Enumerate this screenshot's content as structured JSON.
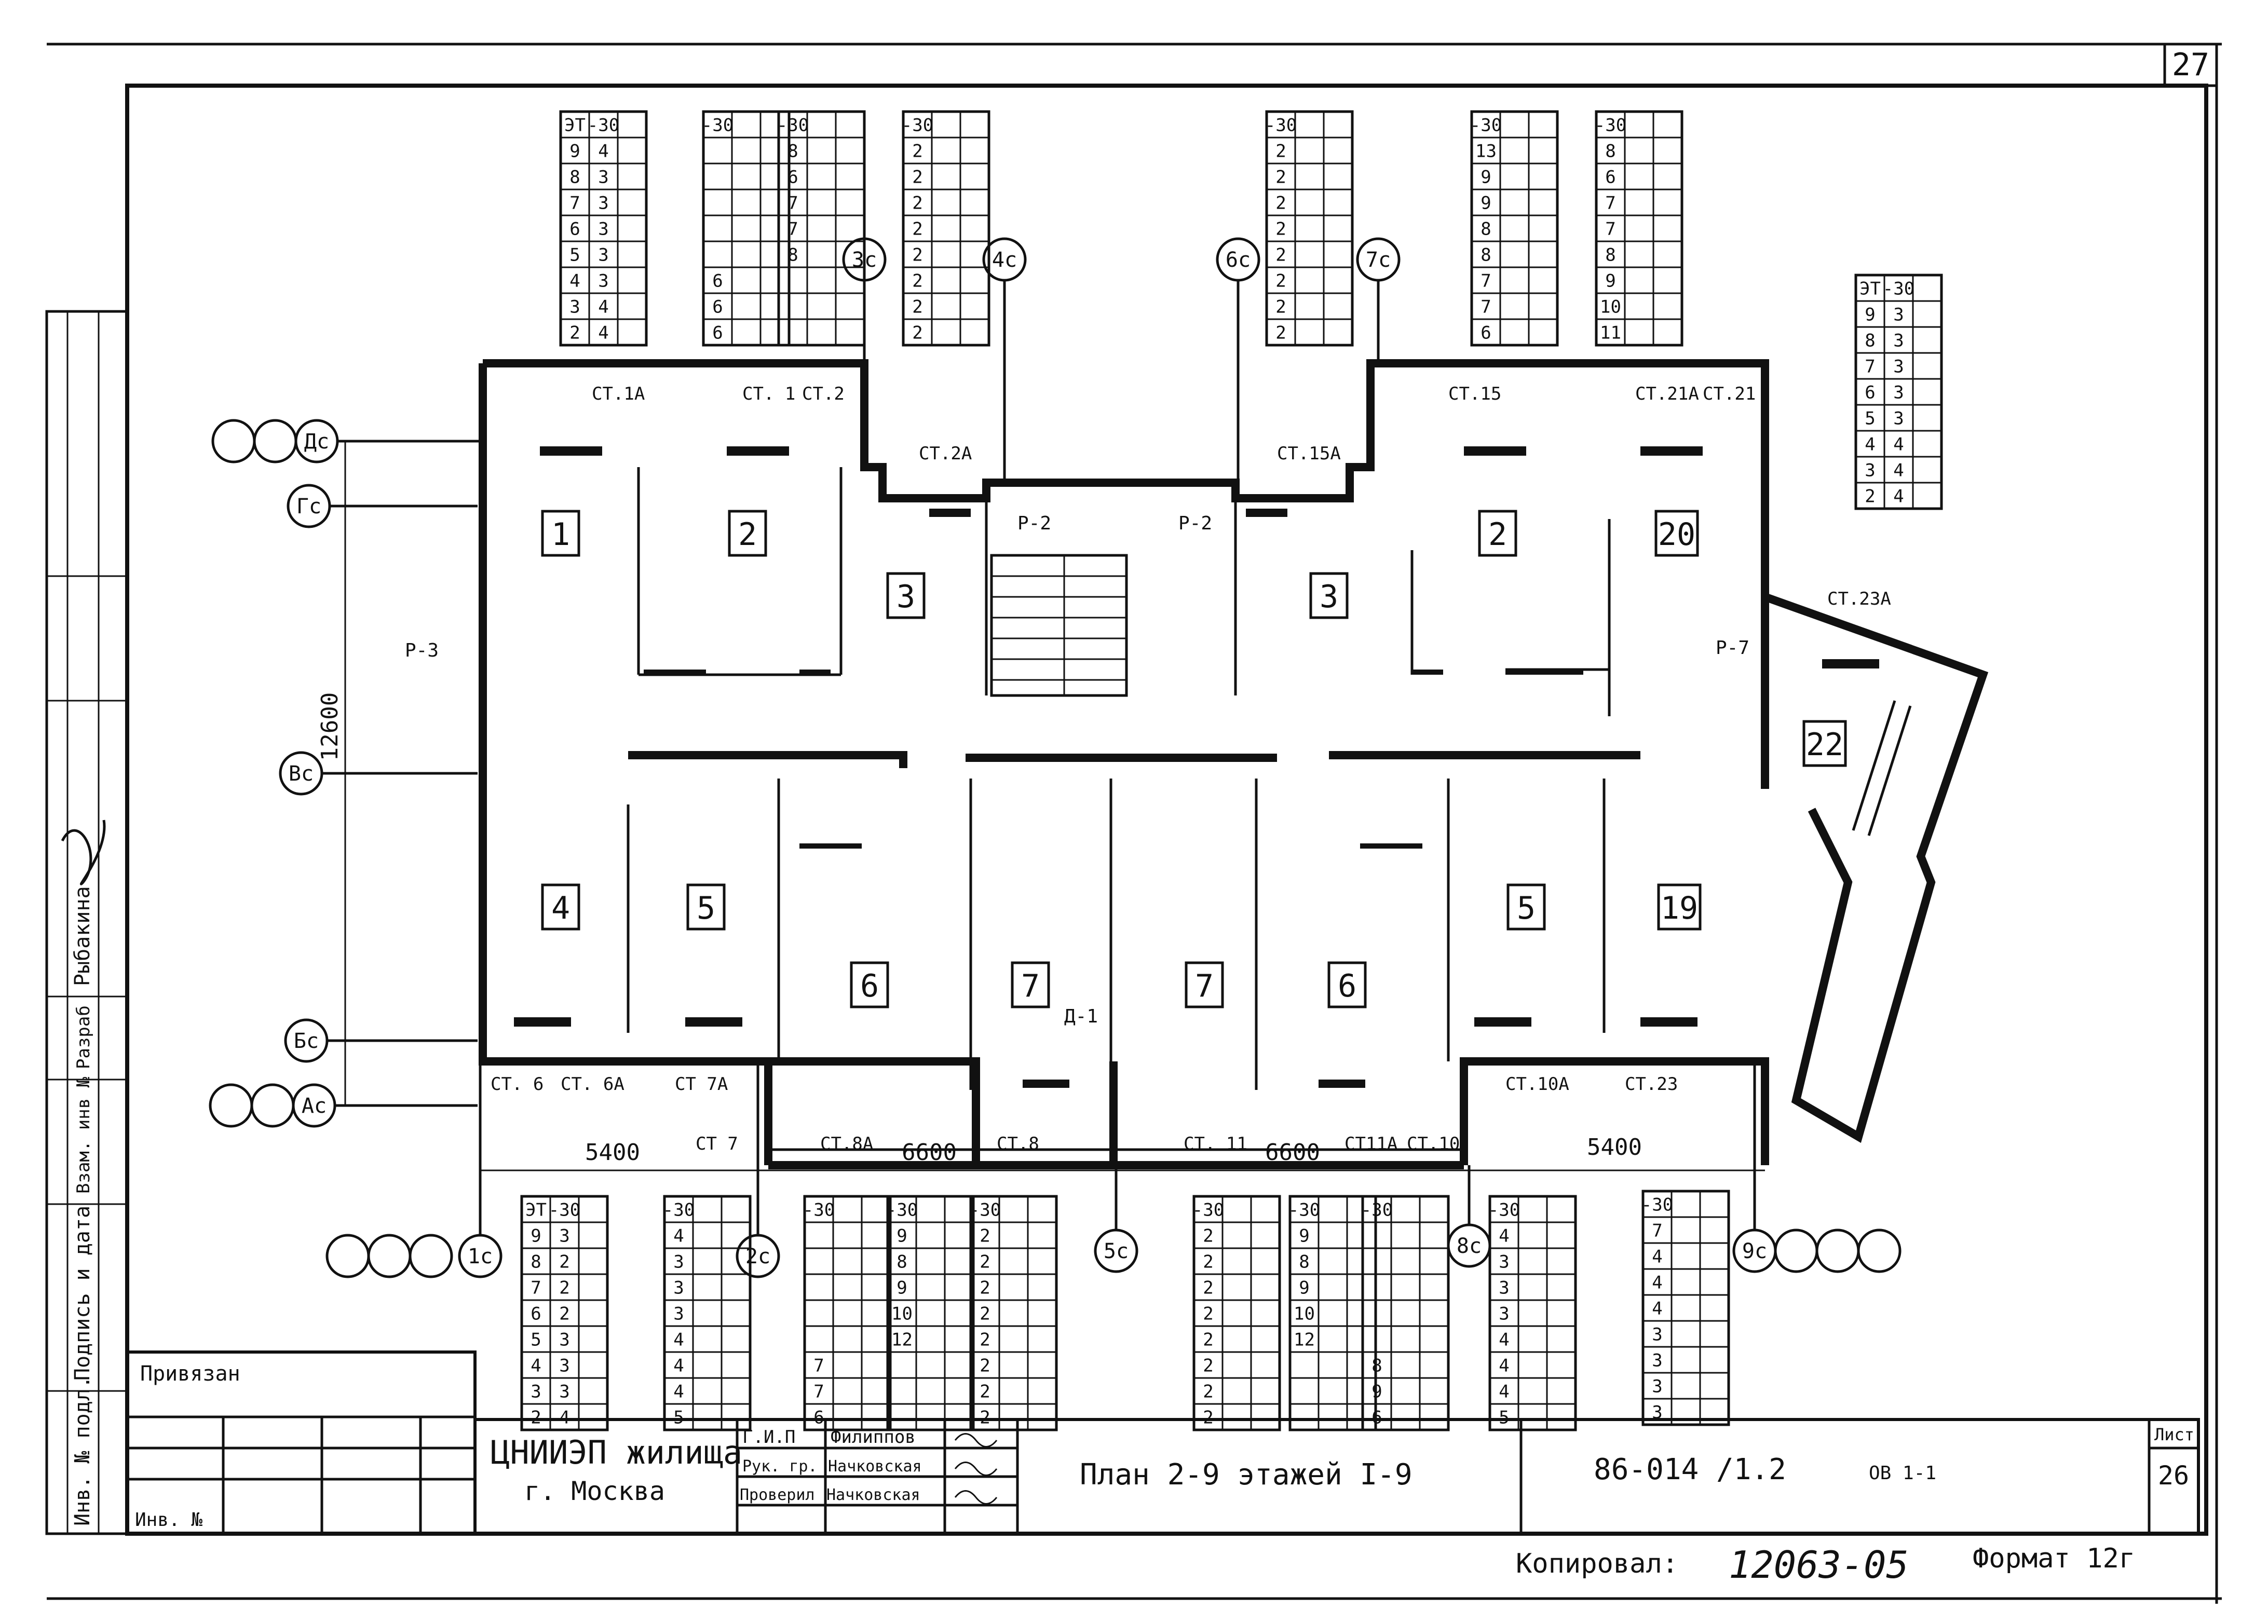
{
  "sheet_corner_number": "27",
  "left_strip": {
    "inv_podl": "Инв. № подл.",
    "podpis_data": "Подпись и дата",
    "vzam_inv": "Взам. инв №",
    "razrab": "Разраб",
    "rybakina": "Рыбакина"
  },
  "axes": {
    "top": [
      "3с",
      "4с",
      "6с",
      "7с"
    ],
    "bottom": [
      "1с",
      "2с",
      "5с",
      "8с",
      "9с"
    ],
    "left": [
      "Дс",
      "Гс",
      "Вс",
      "Бс",
      "Ас"
    ]
  },
  "dimensions": {
    "vertical": "12600",
    "bottom": [
      "5400",
      "6600",
      "6600",
      "5400"
    ]
  },
  "rooms": [
    "1",
    "2",
    "3",
    "3",
    "2",
    "20",
    "4",
    "5",
    "6",
    "7",
    "7",
    "6",
    "5",
    "19",
    "22"
  ],
  "risers": [
    "СТ.1А",
    "СТ. 1",
    "СТ.2",
    "СТ.2А",
    "СТ.15А",
    "СТ.15",
    "СТ.21А",
    "СТ.21",
    "СТ.23А",
    "СТ. 6",
    "СТ. 6А",
    "СТ 7А",
    "СТ 7",
    "СТ.8А",
    "СТ.8",
    "СТ. 11",
    "СТ11А",
    "СТ.10",
    "СТ.10А",
    "СТ.23"
  ],
  "pipes": [
    "Р-2",
    "Р-2",
    "Р-3",
    "Р-7",
    "Д-1"
  ],
  "tables": [
    {
      "header": [
        "ЭТ",
        "-30"
      ],
      "rows": [
        [
          "9",
          "4"
        ],
        [
          "8",
          "3"
        ],
        [
          "7",
          "3"
        ],
        [
          "6",
          "3"
        ],
        [
          "5",
          "3"
        ],
        [
          "4",
          "3"
        ],
        [
          "3",
          "4"
        ],
        [
          "2",
          "4"
        ]
      ]
    },
    {
      "header": [
        "-30",
        ""
      ],
      "rows": [
        [
          "",
          ""
        ],
        [
          "",
          ""
        ],
        [
          "",
          ""
        ],
        [
          "",
          ""
        ],
        [
          "",
          ""
        ],
        [
          "6",
          ""
        ],
        [
          "6",
          ""
        ],
        [
          "6",
          ""
        ]
      ]
    },
    {
      "header": [
        "-30",
        ""
      ],
      "rows": [
        [
          "8",
          ""
        ],
        [
          "6",
          ""
        ],
        [
          "7",
          ""
        ],
        [
          "7",
          ""
        ],
        [
          "8",
          ""
        ],
        [
          "",
          ""
        ],
        [
          "",
          ""
        ],
        [
          "",
          ""
        ]
      ]
    },
    {
      "header": [
        "-30",
        ""
      ],
      "rows": [
        [
          "2",
          ""
        ],
        [
          "2",
          ""
        ],
        [
          "2",
          ""
        ],
        [
          "2",
          ""
        ],
        [
          "2",
          ""
        ],
        [
          "2",
          ""
        ],
        [
          "2",
          ""
        ],
        [
          "2",
          ""
        ]
      ]
    },
    {
      "header": [
        "-30",
        ""
      ],
      "rows": [
        [
          "2",
          ""
        ],
        [
          "2",
          ""
        ],
        [
          "2",
          ""
        ],
        [
          "2",
          ""
        ],
        [
          "2",
          ""
        ],
        [
          "2",
          ""
        ],
        [
          "2",
          ""
        ],
        [
          "2",
          ""
        ]
      ]
    },
    {
      "header": [
        "-30",
        ""
      ],
      "rows": [
        [
          "13",
          ""
        ],
        [
          "9",
          ""
        ],
        [
          "9",
          ""
        ],
        [
          "8",
          ""
        ],
        [
          "8",
          ""
        ],
        [
          "7",
          ""
        ],
        [
          "7",
          ""
        ],
        [
          "6",
          ""
        ]
      ]
    },
    {
      "header": [
        "-30",
        ""
      ],
      "rows": [
        [
          "8",
          ""
        ],
        [
          "6",
          ""
        ],
        [
          "7",
          ""
        ],
        [
          "7",
          ""
        ],
        [
          "8",
          ""
        ],
        [
          "9",
          ""
        ],
        [
          "10",
          ""
        ],
        [
          "11",
          ""
        ]
      ]
    },
    {
      "header": [
        "ЭТ",
        "-30"
      ],
      "rows": [
        [
          "9",
          "3"
        ],
        [
          "8",
          "3"
        ],
        [
          "7",
          "3"
        ],
        [
          "6",
          "3"
        ],
        [
          "5",
          "3"
        ],
        [
          "4",
          "4"
        ],
        [
          "3",
          "4"
        ],
        [
          "2",
          "4"
        ]
      ]
    },
    {
      "header": [
        "ЭТ",
        "-30"
      ],
      "rows": [
        [
          "9",
          "3"
        ],
        [
          "8",
          "2"
        ],
        [
          "7",
          "2"
        ],
        [
          "6",
          "2"
        ],
        [
          "5",
          "3"
        ],
        [
          "4",
          "3"
        ],
        [
          "3",
          "3"
        ],
        [
          "2",
          "4"
        ]
      ]
    },
    {
      "header": [
        "-30",
        ""
      ],
      "rows": [
        [
          "4",
          ""
        ],
        [
          "3",
          ""
        ],
        [
          "3",
          ""
        ],
        [
          "3",
          ""
        ],
        [
          "4",
          ""
        ],
        [
          "4",
          ""
        ],
        [
          "4",
          ""
        ],
        [
          "5",
          ""
        ]
      ]
    },
    {
      "header": [
        "-30",
        ""
      ],
      "rows": [
        [
          "",
          ""
        ],
        [
          "",
          ""
        ],
        [
          "",
          ""
        ],
        [
          "",
          ""
        ],
        [
          "",
          ""
        ],
        [
          "7",
          ""
        ],
        [
          "7",
          ""
        ],
        [
          "6",
          ""
        ]
      ]
    },
    {
      "header": [
        "-30",
        ""
      ],
      "rows": [
        [
          "9",
          ""
        ],
        [
          "8",
          ""
        ],
        [
          "9",
          ""
        ],
        [
          "10",
          ""
        ],
        [
          "12",
          ""
        ],
        [
          "",
          ""
        ],
        [
          "",
          ""
        ],
        [
          "",
          ""
        ]
      ]
    },
    {
      "header": [
        "-30",
        ""
      ],
      "rows": [
        [
          "2",
          ""
        ],
        [
          "2",
          ""
        ],
        [
          "2",
          ""
        ],
        [
          "2",
          ""
        ],
        [
          "2",
          ""
        ],
        [
          "2",
          ""
        ],
        [
          "2",
          ""
        ],
        [
          "2",
          ""
        ]
      ]
    },
    {
      "header": [
        "-30",
        ""
      ],
      "rows": [
        [
          "2",
          ""
        ],
        [
          "2",
          ""
        ],
        [
          "2",
          ""
        ],
        [
          "2",
          ""
        ],
        [
          "2",
          ""
        ],
        [
          "2",
          ""
        ],
        [
          "2",
          ""
        ],
        [
          "2",
          ""
        ]
      ]
    },
    {
      "header": [
        "-30",
        ""
      ],
      "rows": [
        [
          "9",
          ""
        ],
        [
          "8",
          ""
        ],
        [
          "9",
          ""
        ],
        [
          "10",
          ""
        ],
        [
          "12",
          ""
        ],
        [
          "",
          ""
        ],
        [
          "",
          ""
        ],
        [
          "",
          ""
        ]
      ]
    },
    {
      "header": [
        "-30",
        ""
      ],
      "rows": [
        [
          "",
          ""
        ],
        [
          "",
          ""
        ],
        [
          "",
          ""
        ],
        [
          "",
          ""
        ],
        [
          "",
          ""
        ],
        [
          "8",
          ""
        ],
        [
          "9",
          ""
        ],
        [
          "6",
          ""
        ]
      ]
    },
    {
      "header": [
        "-30",
        ""
      ],
      "rows": [
        [
          "4",
          ""
        ],
        [
          "3",
          ""
        ],
        [
          "3",
          ""
        ],
        [
          "3",
          ""
        ],
        [
          "4",
          ""
        ],
        [
          "4",
          ""
        ],
        [
          "4",
          ""
        ],
        [
          "5",
          ""
        ]
      ]
    },
    {
      "header": [
        "-30",
        ""
      ],
      "rows": [
        [
          "7",
          ""
        ],
        [
          "4",
          ""
        ],
        [
          "4",
          ""
        ],
        [
          "4",
          ""
        ],
        [
          "3",
          ""
        ],
        [
          "3",
          ""
        ],
        [
          "3",
          ""
        ],
        [
          "3",
          ""
        ]
      ]
    }
  ],
  "stamp": {
    "privyazan": "Привязан",
    "inv_no": "Инв. №",
    "org_line1": "ЦНИИЭП жилища",
    "org_line2": "г. Москва",
    "roles": [
      "Г.И.П",
      "Рук. гр.",
      "Проверил"
    ],
    "names": [
      "Филиппов",
      "Начковская",
      "Начковская"
    ],
    "sheet_title": "План 2-9 этажей I-9",
    "project_code": "86-014 /1.2",
    "section_code": "ОВ 1-1",
    "list_label": "Лист",
    "list_no": "26"
  },
  "footer": {
    "kopiroval_label": "Копировал:",
    "kopiroval_value": "12063-05",
    "format": "Формат 12г"
  }
}
